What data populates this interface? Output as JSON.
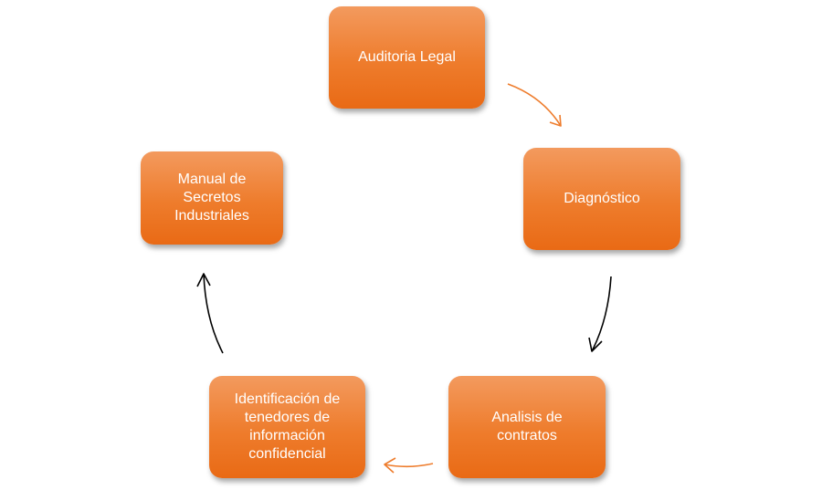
{
  "diagram": {
    "type": "cycle",
    "colors": {
      "node_fill": "#ee7c2c",
      "node_text": "#ffffff",
      "arrow_orange": "#ee7c2c",
      "arrow_black": "#000000"
    },
    "nodes": [
      {
        "id": "node-1",
        "label": "Auditoria Legal"
      },
      {
        "id": "node-2",
        "label": "Diagnóstico"
      },
      {
        "id": "node-3",
        "label": "Analisis de\ncontratos"
      },
      {
        "id": "node-4",
        "label": "Identificación de\ntenedores de\ninformación\nconfidencial"
      },
      {
        "id": "node-5",
        "label": "Manual de\nSecretos\nIndustriales"
      }
    ],
    "edges": [
      {
        "from": "node-1",
        "to": "node-2",
        "color": "orange"
      },
      {
        "from": "node-2",
        "to": "node-3",
        "color": "black"
      },
      {
        "from": "node-3",
        "to": "node-4",
        "color": "orange"
      },
      {
        "from": "node-4",
        "to": "node-5",
        "color": "black"
      }
    ]
  }
}
